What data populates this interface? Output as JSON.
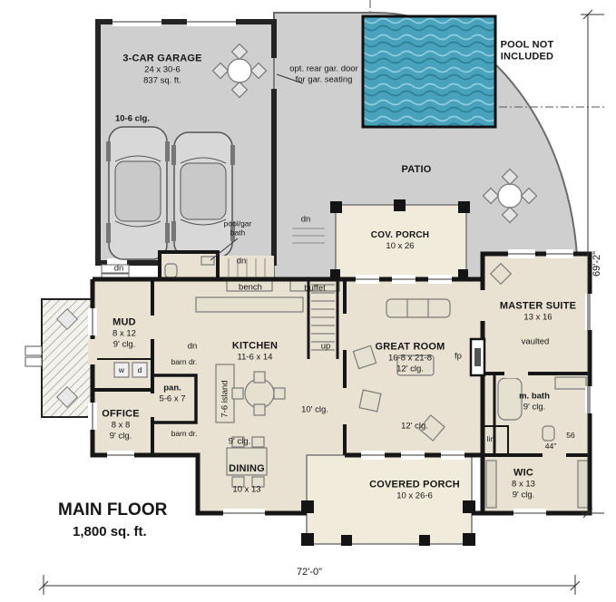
{
  "plan": {
    "title": "MAIN FLOOR",
    "subtitle": "1,800 sq. ft.",
    "dim_bottom": "72'-0\"",
    "dim_right": "69'-2\"",
    "pool_note": [
      "POOL NOT",
      "INCLUDED"
    ]
  },
  "rooms": {
    "garage": {
      "name": "3-CAR GARAGE",
      "dim": "24 x 30-6",
      "area": "837 sq. ft.",
      "clg": "10-6 clg."
    },
    "patio": {
      "name": "PATIO"
    },
    "cov_porch": {
      "name": "COV. PORCH",
      "dim": "10 x 26"
    },
    "master": {
      "name": "MASTER SUITE",
      "dim": "13 x 16",
      "note": "vaulted"
    },
    "great": {
      "name": "GREAT ROOM",
      "dim": "16-8 x 21-8",
      "clg": "12' clg."
    },
    "kitchen": {
      "name": "KITCHEN",
      "dim": "11-6 x 14"
    },
    "mud": {
      "name": "MUD",
      "dim": "8 x 12",
      "clg": "9' clg."
    },
    "office": {
      "name": "OFFICE",
      "dim": "8 x 8",
      "clg": "9' clg."
    },
    "pantry": {
      "name": "pan.",
      "dim": "5-6 x 7"
    },
    "dining": {
      "name": "DINING",
      "dim": "10 x 13"
    },
    "covered_porch": {
      "name": "COVERED PORCH",
      "dim": "10 x 26-6"
    },
    "wic": {
      "name": "WIC",
      "dim": "8 x 13",
      "clg": "9' clg."
    },
    "mbath": {
      "name": "m. bath",
      "clg": "9' clg."
    }
  },
  "labels": {
    "opt1": "opt. rear gar. door",
    "opt2": "for gar. seating",
    "bench": "bench",
    "buffet": "buffet",
    "dn": "dn",
    "up": "up",
    "fp": "fp",
    "barn_dr": "barn dr.",
    "island": "7-6 island",
    "washer": "w",
    "dryer": "d",
    "lin": "lin.",
    "bath1": "pool/gar",
    "bath2": "bath",
    "clg10": "10' clg.",
    "clg12": "12' clg.",
    "clg9": "9' clg.",
    "d44": "44\"",
    "d56": "56"
  },
  "colors": {
    "patio": "#cfcfcf",
    "interior": "#e9e2d2",
    "porch": "#f1ebdb",
    "pool": "#49a2bb",
    "wall": "#161616"
  }
}
